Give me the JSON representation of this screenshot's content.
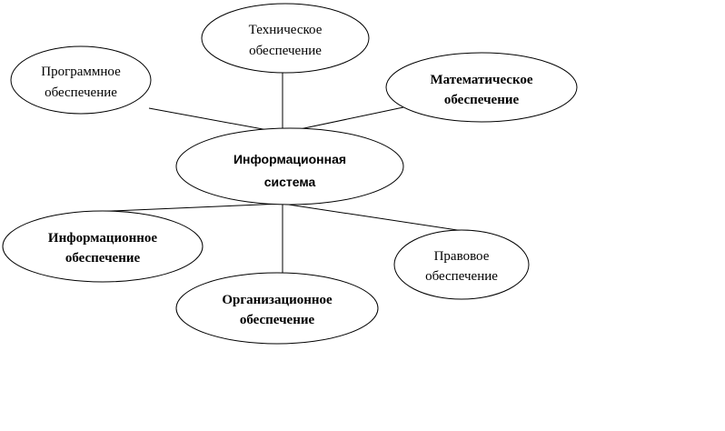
{
  "diagram": {
    "center": {
      "line1": "Информационная",
      "line2": "система"
    },
    "nodes": {
      "technical": {
        "line1": "Техническое",
        "line2": "обеспечение"
      },
      "software": {
        "line1": "Программное",
        "line2": "обеспечение"
      },
      "math": {
        "line1": "Математическое",
        "line2": "обеспечение"
      },
      "information": {
        "line1": "Информационное",
        "line2": "обеспечение"
      },
      "legal": {
        "line1": "Правовое",
        "line2": "обеспечение"
      },
      "organizational": {
        "line1": "Организационное",
        "line2": "обеспечение"
      }
    }
  }
}
